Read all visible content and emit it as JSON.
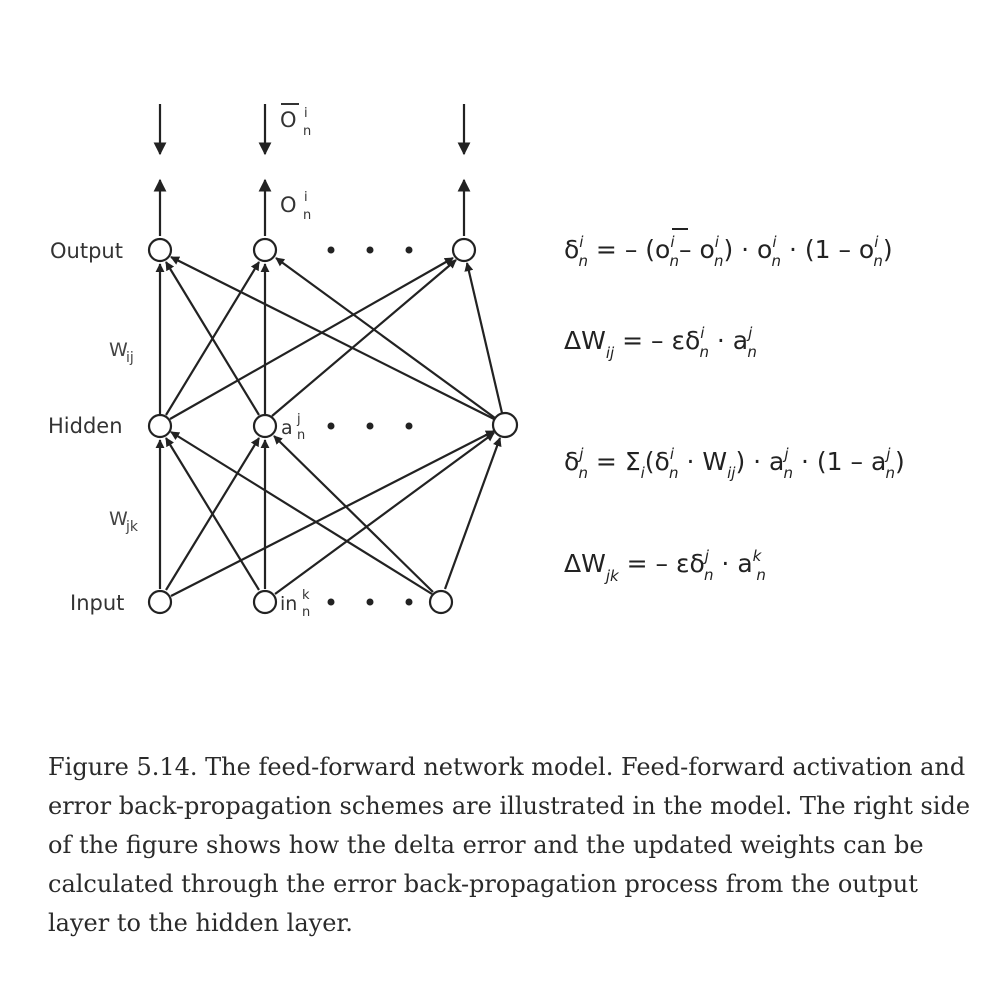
{
  "labels": {
    "output": "Output",
    "hidden": "Hidden",
    "input": "Input",
    "wij_main": "W",
    "wij_sub": "ij",
    "wjk_main": "W",
    "wjk_sub": "jk",
    "target_main": "O",
    "target_sup": "i",
    "target_sub": "n",
    "out_main": "O",
    "out_sup": "i",
    "out_sub": "n",
    "hidden_act_main": "a",
    "hidden_act_sup": "j",
    "hidden_act_sub": "n",
    "input_act_main": "in",
    "input_act_sup": "k",
    "input_act_sub": "n"
  },
  "equations": {
    "eq1": {
      "lhs_main": "δ",
      "lhs_sup": "i",
      "lhs_sub": "n",
      "p1": " = – (",
      "t_main": "o",
      "t_sup": "i",
      "t_sub": "n",
      "p2": "– o",
      "p2_sup": "i",
      "p2_sub": "n",
      "p3": ") · o",
      "p3_sup": "i",
      "p3_sub": "n",
      "p4": " · (1 – o",
      "p4_sup": "i",
      "p4_sub": "n",
      "p5": ")"
    },
    "eq2": {
      "lhs_main": "ΔW",
      "lhs_sub": "ij",
      "p1": " = – εδ",
      "p1_sup": "i",
      "p1_sub": "n",
      "p2": " · a",
      "p2_sup": "j",
      "p2_sub": "n"
    },
    "eq3": {
      "lhs_main": "δ",
      "lhs_sup": "j",
      "lhs_sub": "n",
      "p1": " = Σ",
      "p1_sub": "i",
      "p2": "(δ",
      "p2_sup": "i",
      "p2_sub": "n",
      "p3": " · W",
      "p3_sub": "ij",
      "p4": ") · a",
      "p4_sup": "j",
      "p4_sub": "n",
      "p5": " · (1 – a",
      "p5_sup": "j",
      "p5_sub": "n",
      "p6": ")"
    },
    "eq4": {
      "lhs_main": "ΔW",
      "lhs_sub": "jk",
      "p1": " = – εδ",
      "p1_sup": "j",
      "p1_sub": "n",
      "p2": " · a",
      "p2_sup": "k",
      "p2_sub": "n"
    }
  },
  "caption": "Figure 5.14.  The feed-forward network model. Feed-forward activation and error back-propagation schemes are illustrated in the model. The right side of the figure shows how the delta error and the updated weights can be calculated through the error back-propagation process from the output layer to the hidden layer."
}
